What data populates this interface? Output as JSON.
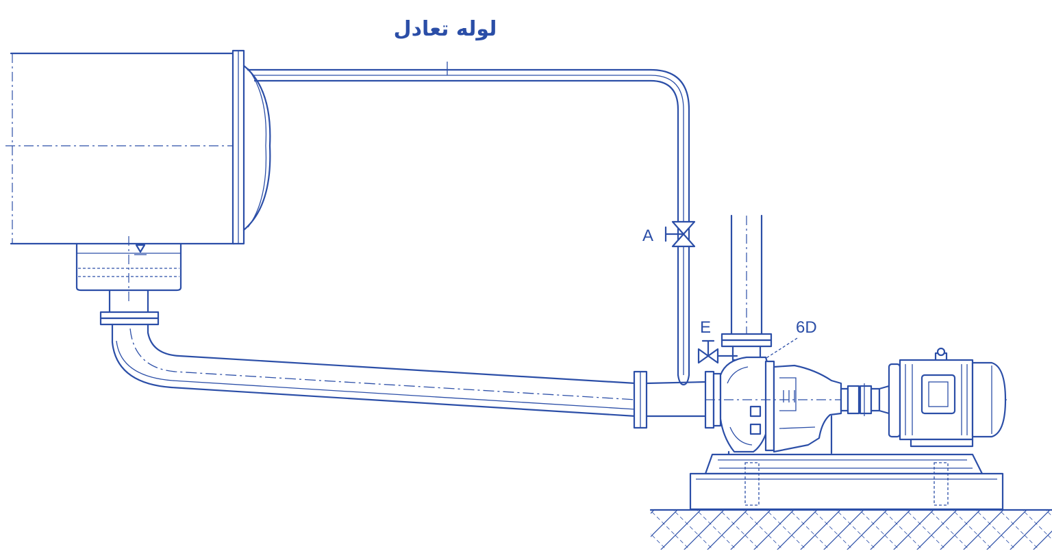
{
  "labels": {
    "equalizing_pipe": "لوله تعادل",
    "valve_a": "A",
    "valve_e": "E",
    "dimension_6d": "6D"
  },
  "colors": {
    "ink": "#2b4ea7",
    "background": "#ffffff"
  },
  "icons": {
    "water_level": "inverted-triangle-icon",
    "gate_valve": "bowtie-valve-icon",
    "ground": "hatched-ground-icon"
  }
}
